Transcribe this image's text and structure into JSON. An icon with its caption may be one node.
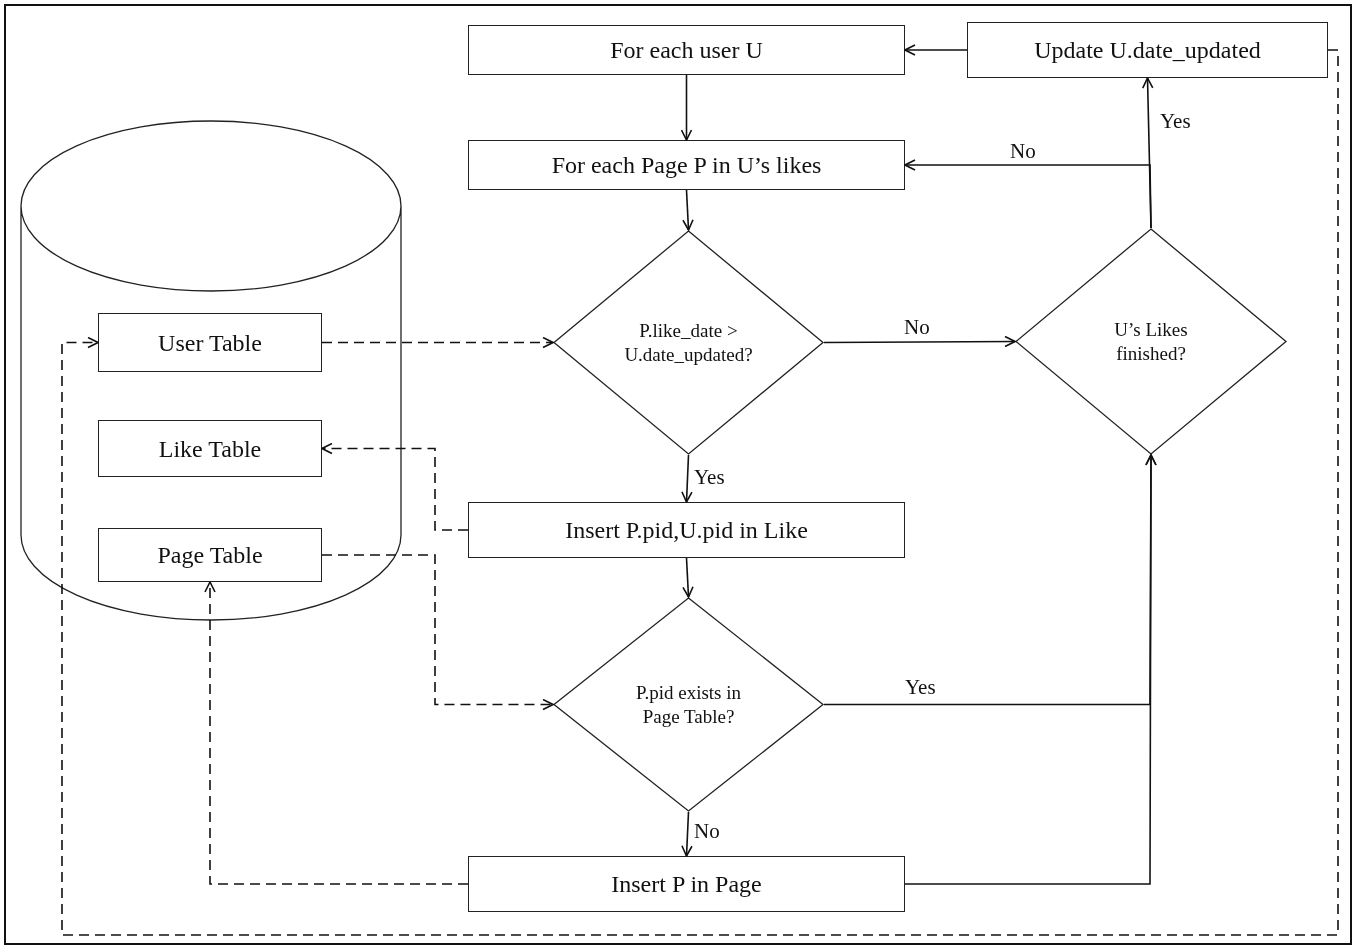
{
  "diagram": {
    "nodes": [
      {
        "text": [],
        "shape": "cylinder"
      },
      {
        "text": [
          "User Table"
        ],
        "in": 0
      },
      {
        "text": [
          "Like Table"
        ],
        "in": 0
      },
      {
        "text": [
          "Page Table"
        ],
        "in": 0
      },
      {
        "text": [
          "For each user U"
        ]
      },
      {
        "text": [
          "Update U.date_updated"
        ]
      },
      {
        "text": [
          "For each Page P in U’s likes"
        ]
      },
      {
        "text": [
          "P.like_date > U.date_updated?"
        ]
      },
      {
        "text": [
          "U’s Likes finished?"
        ]
      },
      {
        "text": [
          "Insert P.pid,U.pid in Like"
        ]
      },
      {
        "text": [
          "P.pid exists in Page Table?"
        ]
      },
      {
        "text": [
          "Insert P in Page"
        ]
      }
    ],
    "edges": [
      {
        "from": 5,
        "to": 4,
        "arrow": "to"
      },
      {
        "from": 4,
        "to": 6,
        "arrow": "to"
      },
      {
        "from": 6,
        "to": 7,
        "arrow": "to"
      },
      {
        "from": 7,
        "to": 8,
        "arrow": "to",
        "label": "No"
      },
      {
        "from": 8,
        "to": 5,
        "arrow": "to",
        "label": "Yes"
      },
      {
        "from": 8,
        "to": 6,
        "arrow": "to",
        "label": "No"
      },
      {
        "from": 7,
        "to": 9,
        "arrow": "to",
        "label": "Yes"
      },
      {
        "from": 9,
        "to": 2,
        "arrow": "to",
        "style": "dashed"
      },
      {
        "from": 1,
        "to": 7,
        "arrow": "to",
        "style": "dashed"
      },
      {
        "from": 9,
        "to": 10,
        "arrow": "to"
      },
      {
        "from": 3,
        "to": 10,
        "arrow": "to",
        "style": "dashed"
      },
      {
        "from": 10,
        "to": 8,
        "arrow": "to",
        "label": "Yes"
      },
      {
        "from": 10,
        "to": 11,
        "arrow": "to",
        "label": "No"
      },
      {
        "from": 11,
        "to": 3,
        "arrow": "to",
        "style": "dashed"
      },
      {
        "from": 11,
        "to": 8,
        "arrow": "to"
      },
      {
        "from": 5,
        "to": 1,
        "arrow": "to",
        "style": "dashed"
      }
    ]
  }
}
